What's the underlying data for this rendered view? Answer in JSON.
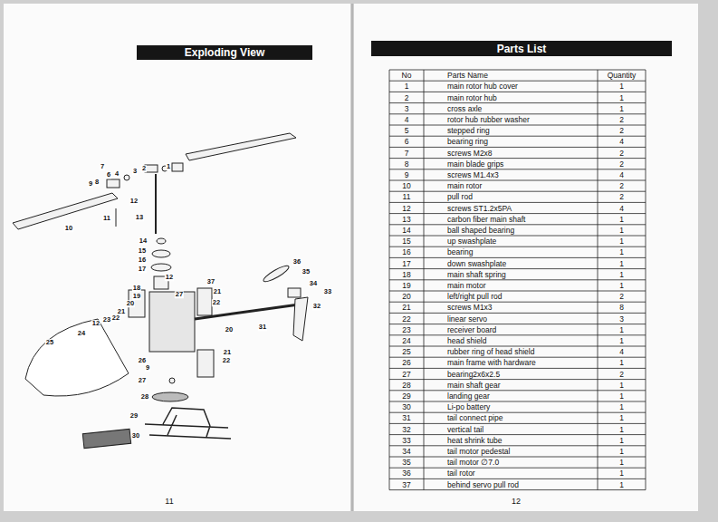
{
  "diagram": {
    "nodes": [
      {
        "text": [
          "Exploding View"
        ]
      },
      {
        "text": [
          "Parts List"
        ]
      }
    ],
    "labels": [
      "7",
      "9",
      "8",
      "6",
      "4",
      "3",
      "2",
      "1",
      "12",
      "11",
      "13",
      "10",
      "14",
      "15",
      "16",
      "17",
      "12",
      "37",
      "36",
      "35",
      "34",
      "33",
      "32",
      "18",
      "19",
      "20",
      "27",
      "21",
      "22",
      "21",
      "22",
      "23",
      "12",
      "20",
      "31",
      "24",
      "25",
      "21",
      "22",
      "26",
      "9",
      "27",
      "28",
      "29",
      "30",
      "11",
      "No",
      "Parts Name",
      "Quantity",
      "1",
      "main rotor hub cover",
      "1",
      "2",
      "main rotor hub",
      "1",
      "3",
      "cross axle",
      "1",
      "4",
      "rotor hub rubber washer",
      "2",
      "5",
      "stepped ring",
      "2",
      "6",
      "bearing ring",
      "4",
      "7",
      "screws M2x8",
      "2",
      "8",
      "main blade grips",
      "2",
      "9",
      "screws M1.4x3",
      "4",
      "10",
      "main rotor",
      "2",
      "11",
      "pull rod",
      "2",
      "12",
      "screws ST1.2x5PA",
      "4",
      "13",
      "carbon fiber main shaft",
      "1",
      "14",
      "ball shaped bearing",
      "1",
      "15",
      "up swashplate",
      "1",
      "16",
      "bearing",
      "1",
      "17",
      "down swashplate",
      "1",
      "18",
      "main shaft spring",
      "1",
      "19",
      "main motor",
      "1",
      "20",
      "left/right pull rod",
      "2",
      "21",
      "screws M1x3",
      "8",
      "22",
      "linear servo",
      "3",
      "23",
      "receiver board",
      "1",
      "24",
      "head shield",
      "1",
      "25",
      "rubber ring of head shield",
      "4",
      "26",
      "main frame with hardware",
      "1",
      "27",
      "bearing2x6x2.5",
      "2",
      "28",
      "main shaft gear",
      "1",
      "29",
      "landing gear",
      "1",
      "30",
      "Li-po battery",
      "1",
      "31",
      "tail connect pipe",
      "1",
      "32",
      "vertical tail",
      "1",
      "33",
      "heat shrink tube",
      "1",
      "34",
      "tail motor pedestal",
      "1",
      "35",
      "tail motor ∅7.0",
      "1",
      "36",
      "tail rotor",
      "1",
      "37",
      "behind servo pull rod",
      "1",
      "12"
    ]
  }
}
